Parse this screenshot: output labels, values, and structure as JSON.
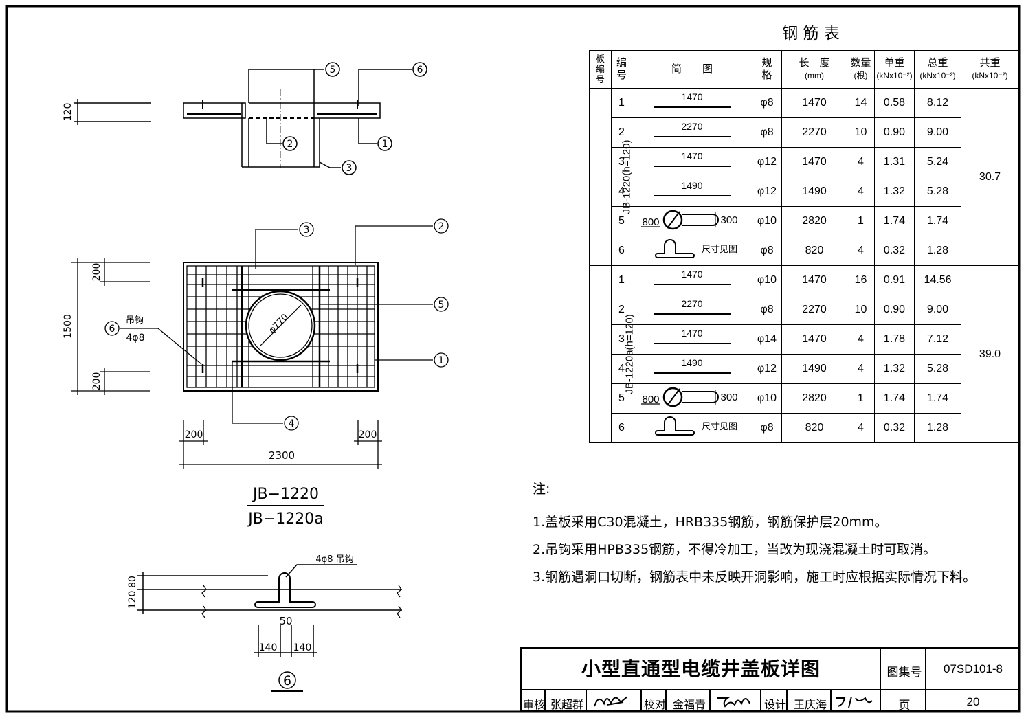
{
  "table_title": "钢 筋 表",
  "table": {
    "headers": {
      "plate_id": "板编号",
      "no": "编号",
      "sketch": "简　　图",
      "spec": "规格",
      "length": "长　度",
      "length_unit": "(mm)",
      "qty": "数量",
      "qty_unit": "(根)",
      "unit_weight": "单重",
      "unit_weight_unit": "(kNx10⁻²)",
      "total_weight": "总重",
      "total_weight_unit": "(kNx10⁻²)",
      "sum": "共重",
      "sum_unit": "(kNx10⁻²)"
    },
    "groups": [
      {
        "plate": "JB-1220(h=120)",
        "sum": "30.7",
        "rows": [
          {
            "no": "1",
            "sketch": "1470",
            "spec": "φ8",
            "length": "1470",
            "qty": "14",
            "unit": "0.58",
            "total": "8.12"
          },
          {
            "no": "2",
            "sketch": "2270",
            "spec": "φ8",
            "length": "2270",
            "qty": "10",
            "unit": "0.90",
            "total": "9.00"
          },
          {
            "no": "3",
            "sketch": "1470",
            "spec": "φ12",
            "length": "1470",
            "qty": "4",
            "unit": "1.31",
            "total": "5.24"
          },
          {
            "no": "4",
            "sketch": "1490",
            "spec": "φ12",
            "length": "1490",
            "qty": "4",
            "unit": "1.32",
            "total": "5.28"
          },
          {
            "no": "5",
            "sketch": "800|300",
            "spec": "φ10",
            "length": "2820",
            "qty": "1",
            "unit": "1.74",
            "total": "1.74"
          },
          {
            "no": "6",
            "sketch": "尺寸见图",
            "spec": "φ8",
            "length": "820",
            "qty": "4",
            "unit": "0.32",
            "total": "1.28"
          }
        ]
      },
      {
        "plate": "JB-1220a(h=120)",
        "sum": "39.0",
        "rows": [
          {
            "no": "1",
            "sketch": "1470",
            "spec": "φ10",
            "length": "1470",
            "qty": "16",
            "unit": "0.91",
            "total": "14.56"
          },
          {
            "no": "2",
            "sketch": "2270",
            "spec": "φ8",
            "length": "2270",
            "qty": "10",
            "unit": "0.90",
            "total": "9.00"
          },
          {
            "no": "3",
            "sketch": "1470",
            "spec": "φ14",
            "length": "1470",
            "qty": "4",
            "unit": "1.78",
            "total": "7.12"
          },
          {
            "no": "4",
            "sketch": "1490",
            "spec": "φ12",
            "length": "1490",
            "qty": "4",
            "unit": "1.32",
            "total": "5.28"
          },
          {
            "no": "5",
            "sketch": "800|300",
            "spec": "φ10",
            "length": "2820",
            "qty": "1",
            "unit": "1.74",
            "total": "1.74"
          },
          {
            "no": "6",
            "sketch": "尺寸见图",
            "spec": "φ8",
            "length": "820",
            "qty": "4",
            "unit": "0.32",
            "total": "1.28"
          }
        ]
      }
    ]
  },
  "drawing": {
    "dims": {
      "d120": "120",
      "d200": "200",
      "d1500": "1500",
      "d2300": "2300",
      "d80": "80",
      "d50": "50",
      "d140": "140"
    },
    "hook_label": "吊钩",
    "hook_spec": "4φ8",
    "hook_spec_detail": "4φ8 吊钩",
    "hole_label": "φ770",
    "callouts": [
      "1",
      "2",
      "3",
      "4",
      "5",
      "6"
    ],
    "plan_title_1": "JB−1220",
    "plan_title_2": "JB−1220a",
    "detail_title": "6"
  },
  "notes": {
    "heading": "注:",
    "items": [
      "1.盖板采用C30混凝土，HRB335钢筋，钢筋保护层20mm。",
      "2.吊钩采用HPB335钢筋，不得冷加工，当改为现浇混凝土时可取消。",
      "3.钢筋遇洞口切断，钢筋表中未反映开洞影响，施工时应根据实际情况下料。"
    ]
  },
  "title_block": {
    "title": "小型直通型电缆井盖板详图",
    "atlas_label": "图集号",
    "atlas_no": "07SD101-8",
    "page_label": "页",
    "page_no": "20",
    "review_label": "审核",
    "reviewer": "张超群",
    "check_label": "校对",
    "checker": "金福青",
    "design_label": "设计",
    "designer": "王庆海"
  }
}
